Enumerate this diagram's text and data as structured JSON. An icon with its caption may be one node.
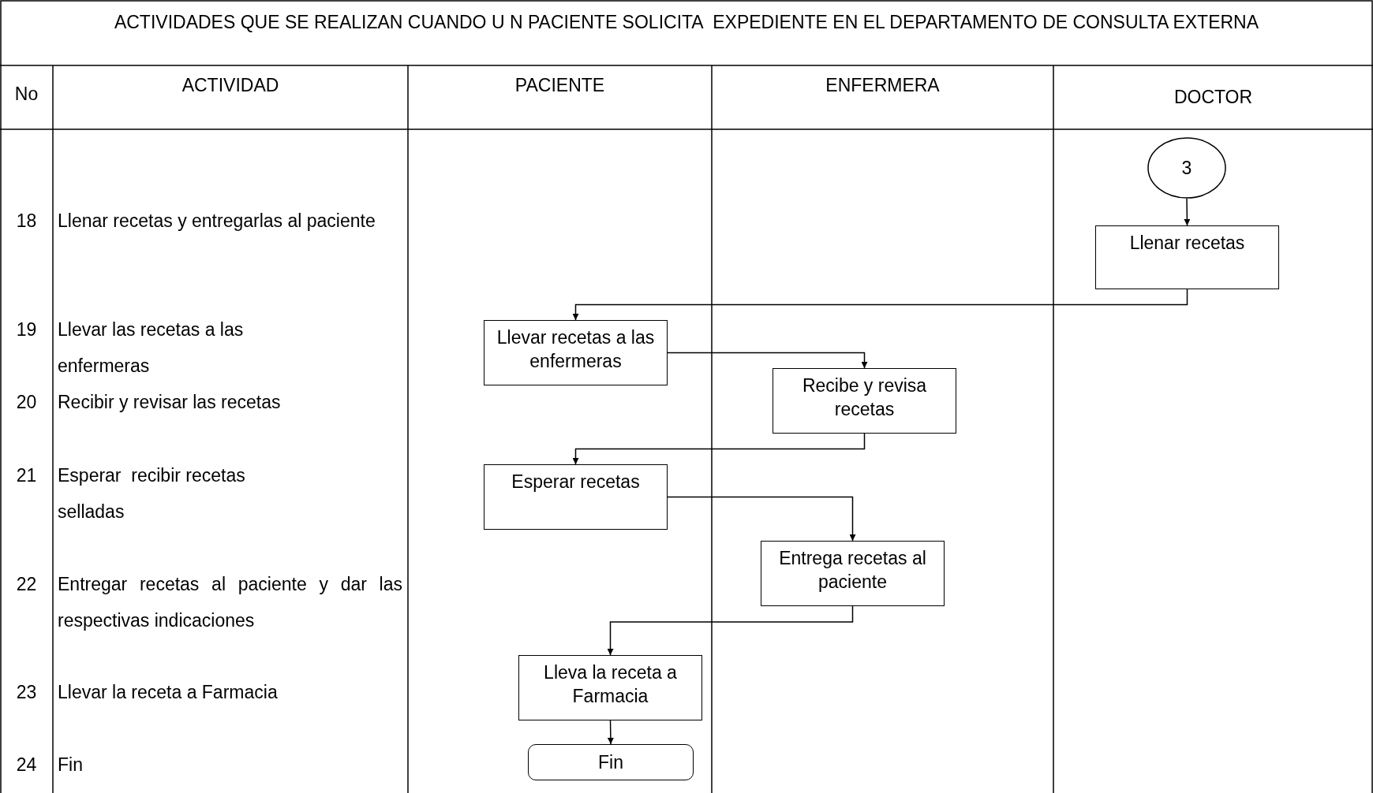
{
  "diagram": {
    "title": "ACTIVIDADES QUE SE REALIZAN CUANDO U N PACIENTE SOLICITA  EXPEDIENTE EN EL DEPARTAMENTO DE CONSULTA EXTERNA",
    "nodes": [
      {
        "text": [
          "3"
        ]
      },
      {
        "text": [
          "Llenar recetas"
        ]
      },
      {
        "text": [
          "Llevar recetas a las enfermeras"
        ]
      },
      {
        "text": [
          "Recibe y revisa recetas"
        ]
      },
      {
        "text": [
          "Esperar recetas"
        ]
      },
      {
        "text": [
          "Entrega recetas al paciente"
        ]
      },
      {
        "text": [
          "Lleva la receta a Farmacia"
        ]
      },
      {
        "text": [
          "Fin"
        ]
      }
    ],
    "edges": [
      {
        "from": 0,
        "to": 1,
        "arrow": "to"
      },
      {
        "from": 1,
        "to": 2,
        "arrow": "to"
      },
      {
        "from": 2,
        "to": 3,
        "arrow": "to"
      },
      {
        "from": 3,
        "to": 4,
        "arrow": "to"
      },
      {
        "from": 4,
        "to": 5,
        "arrow": "to"
      },
      {
        "from": 5,
        "to": 6,
        "arrow": "to"
      },
      {
        "from": 6,
        "to": 7,
        "arrow": "to"
      }
    ],
    "labels": [
      "No",
      "ACTIVIDAD",
      "PACIENTE",
      "ENFERMERA",
      "DOCTOR",
      "18",
      "Llenar recetas y entregarlas al paciente",
      "19",
      "Llevar las recetas a las enfermeras",
      "20",
      "Recibir y revisar las recetas",
      "21",
      "Esperar  recibir recetas selladas",
      "22",
      "Entregar recetas al paciente y dar las respectivas indicaciones",
      "23",
      "Llevar la receta a Farmacia",
      "24",
      "Fin"
    ]
  }
}
